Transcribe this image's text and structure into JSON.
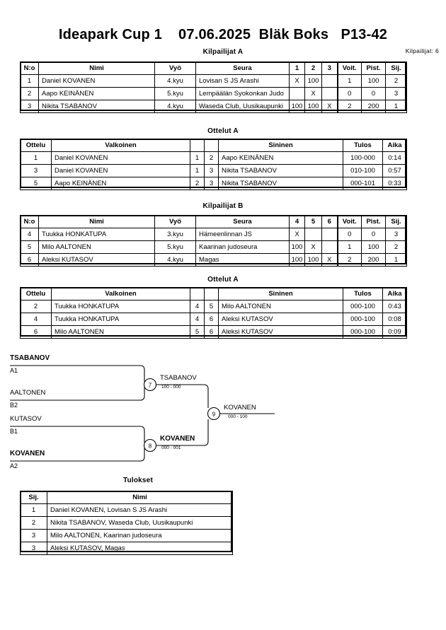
{
  "header": {
    "title": "Ideapark Cup 1    07.06.2025  Bläk Boks   P13-42",
    "competitor_count_label": "Kilpailijat: 6"
  },
  "sections": {
    "pool_a_caption": "Kilpailijat A",
    "matches_a_caption": "Ottelut A",
    "pool_b_caption": "Kilpailijat B",
    "matches_b_caption": "Ottelut A",
    "results_caption": "Tulokset"
  },
  "pool_a": {
    "headers": {
      "no": "N:o",
      "name": "Nimi",
      "belt": "Vyö",
      "club": "Seura",
      "m1": "1",
      "m2": "2",
      "m3": "3",
      "wins": "Voit.",
      "points": "Pist.",
      "rank": "Sij."
    },
    "rows": [
      {
        "no": "1",
        "name": "Daniel KOVANEN",
        "belt": "4.kyu",
        "club": "Lovisan S JS Arashi",
        "m1": "X",
        "m2": "100",
        "m3": "",
        "wins": "1",
        "points": "100",
        "rank": "2"
      },
      {
        "no": "2",
        "name": "Aapo KEINÄNEN",
        "belt": "5.kyu",
        "club": "Lempäälän Syokonkan Judo",
        "m1": "",
        "m2": "X",
        "m3": "",
        "wins": "0",
        "points": "0",
        "rank": "3"
      },
      {
        "no": "3",
        "name": "Nikita TSABANOV",
        "belt": "4.kyu",
        "club": "Waseda Club, Uusikaupunki",
        "m1": "100",
        "m2": "100",
        "m3": "X",
        "wins": "2",
        "points": "200",
        "rank": "1"
      }
    ]
  },
  "pool_b": {
    "headers": {
      "no": "N:o",
      "name": "Nimi",
      "belt": "Vyö",
      "club": "Seura",
      "m1": "4",
      "m2": "5",
      "m3": "6",
      "wins": "Voit.",
      "points": "Pist.",
      "rank": "Sij."
    },
    "rows": [
      {
        "no": "4",
        "name": "Tuukka HONKATUPA",
        "belt": "3.kyu",
        "club": "Hämeenlinnan JS",
        "m1": "X",
        "m2": "",
        "m3": "",
        "wins": "0",
        "points": "0",
        "rank": "3"
      },
      {
        "no": "5",
        "name": "Milo AALTONEN",
        "belt": "5.kyu",
        "club": "Kaarinan judoseura",
        "m1": "100",
        "m2": "X",
        "m3": "",
        "wins": "1",
        "points": "100",
        "rank": "2"
      },
      {
        "no": "6",
        "name": "Aleksi KUTASOV",
        "belt": "4.kyu",
        "club": "Magas",
        "m1": "100",
        "m2": "100",
        "m3": "X",
        "wins": "2",
        "points": "200",
        "rank": "1"
      }
    ]
  },
  "matches_a": {
    "headers": {
      "match": "Ottelu",
      "white": "Valkoinen",
      "white_no": "",
      "blue_no": "",
      "blue": "Sininen",
      "result": "Tulos",
      "time": "Aika"
    },
    "rows": [
      {
        "match": "1",
        "white": "Daniel KOVANEN",
        "white_bold": true,
        "white_no": "1",
        "blue_no": "2",
        "blue": "Aapo KEINÄNEN",
        "blue_bold": false,
        "result": "100-000",
        "time": "0:14"
      },
      {
        "match": "3",
        "white": "Daniel KOVANEN",
        "white_bold": false,
        "white_no": "1",
        "blue_no": "3",
        "blue": "Nikita TSABANOV",
        "blue_bold": true,
        "result": "010-100",
        "time": "0:57"
      },
      {
        "match": "5",
        "white": "Aapo KEINÄNEN",
        "white_bold": false,
        "white_no": "2",
        "blue_no": "3",
        "blue": "Nikita TSABANOV",
        "blue_bold": true,
        "result": "000-101",
        "time": "0:33"
      }
    ]
  },
  "matches_b": {
    "headers": {
      "match": "Ottelu",
      "white": "Valkoinen",
      "white_no": "",
      "blue_no": "",
      "blue": "Sininen",
      "result": "Tulos",
      "time": "Aika"
    },
    "rows": [
      {
        "match": "2",
        "white": "Tuukka HONKATUPA",
        "white_bold": false,
        "white_no": "4",
        "blue_no": "5",
        "blue": "Milo AALTONEN",
        "blue_bold": true,
        "result": "000-100",
        "time": "0:43"
      },
      {
        "match": "4",
        "white": "Tuukka HONKATUPA",
        "white_bold": false,
        "white_no": "4",
        "blue_no": "6",
        "blue": "Aleksi KUTASOV",
        "blue_bold": true,
        "result": "000-100",
        "time": "0:08"
      },
      {
        "match": "6",
        "white": "Milo AALTONEN",
        "white_bold": false,
        "white_no": "5",
        "blue_no": "6",
        "blue": "Aleksi KUTASOV",
        "blue_bold": true,
        "result": "000-100",
        "time": "0:09"
      }
    ]
  },
  "bracket": {
    "entries": [
      {
        "name": "TSABANOV",
        "seed": "A1",
        "bold": true
      },
      {
        "name": "AALTONEN",
        "seed": "B2",
        "bold": false
      },
      {
        "name": "KUTASOV",
        "seed": "B1",
        "bold": false
      },
      {
        "name": "KOVANEN",
        "seed": "A2",
        "bold": true
      }
    ],
    "nodes": [
      {
        "number": "7",
        "winner": "TSABANOV",
        "score": "100 - 000",
        "bold": false
      },
      {
        "number": "8",
        "winner": "KOVANEN",
        "score": "000 - 001",
        "bold": true
      },
      {
        "number": "9",
        "winner": "KOVANEN",
        "score": "000 - 100",
        "bold": false
      }
    ]
  },
  "results": {
    "headers": {
      "rank": "Sij.",
      "name": "Nimi"
    },
    "rows": [
      {
        "rank": "1",
        "name": "Daniel KOVANEN, Lovisan S JS Arashi"
      },
      {
        "rank": "2",
        "name": "Nikita TSABANOV, Waseda Club, Uusikaupunki"
      },
      {
        "rank": "3",
        "name": "Milo AALTONEN, Kaarinan judoseura"
      },
      {
        "rank": "3",
        "name": "Aleksi KUTASOV, Magas"
      }
    ]
  }
}
